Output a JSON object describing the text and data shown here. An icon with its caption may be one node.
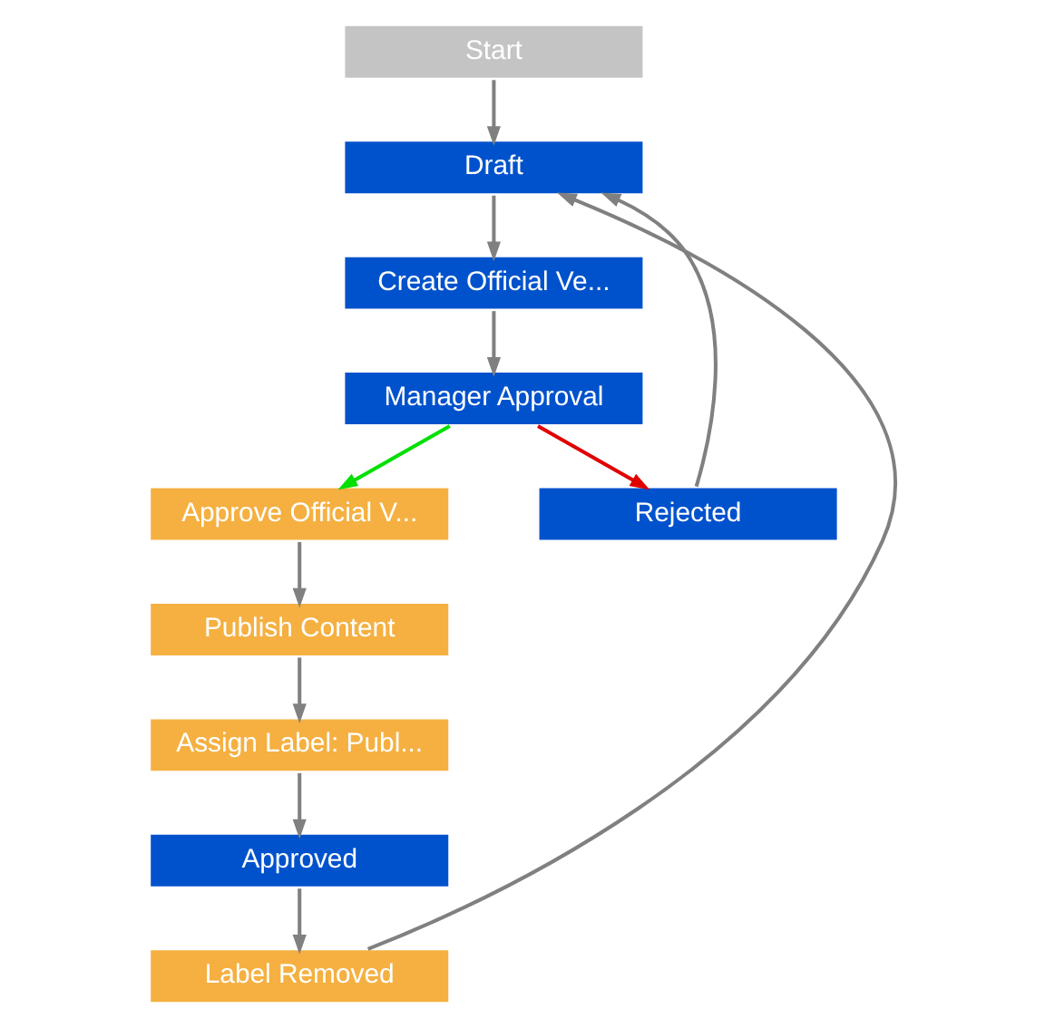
{
  "diagram": {
    "nodes": [
      {
        "text": [
          "Start"
        ]
      },
      {
        "text": [
          "Draft"
        ]
      },
      {
        "text": [
          "Create Official Ve..."
        ]
      },
      {
        "text": [
          "Manager Approval"
        ]
      },
      {
        "text": [
          "Approve Official V..."
        ]
      },
      {
        "text": [
          "Publish Content"
        ]
      },
      {
        "text": [
          "Assign Label: Publ..."
        ]
      },
      {
        "text": [
          "Approved"
        ]
      },
      {
        "text": [
          "Label Removed"
        ]
      },
      {
        "text": [
          "Rejected"
        ]
      }
    ],
    "edges": [
      {
        "from": 0,
        "to": 1,
        "arrow": "to"
      },
      {
        "from": 1,
        "to": 2,
        "arrow": "to"
      },
      {
        "from": 2,
        "to": 3,
        "arrow": "to"
      },
      {
        "from": 3,
        "to": 4,
        "arrow": "to",
        "color": "#00e000"
      },
      {
        "from": 3,
        "to": 9,
        "arrow": "to",
        "color": "#e00000"
      },
      {
        "from": 4,
        "to": 5,
        "arrow": "to"
      },
      {
        "from": 5,
        "to": 6,
        "arrow": "to"
      },
      {
        "from": 6,
        "to": 7,
        "arrow": "to"
      },
      {
        "from": 7,
        "to": 8,
        "arrow": "to"
      },
      {
        "from": 8,
        "to": 1,
        "arrow": "to"
      },
      {
        "from": 9,
        "to": 1,
        "arrow": "to"
      }
    ]
  }
}
